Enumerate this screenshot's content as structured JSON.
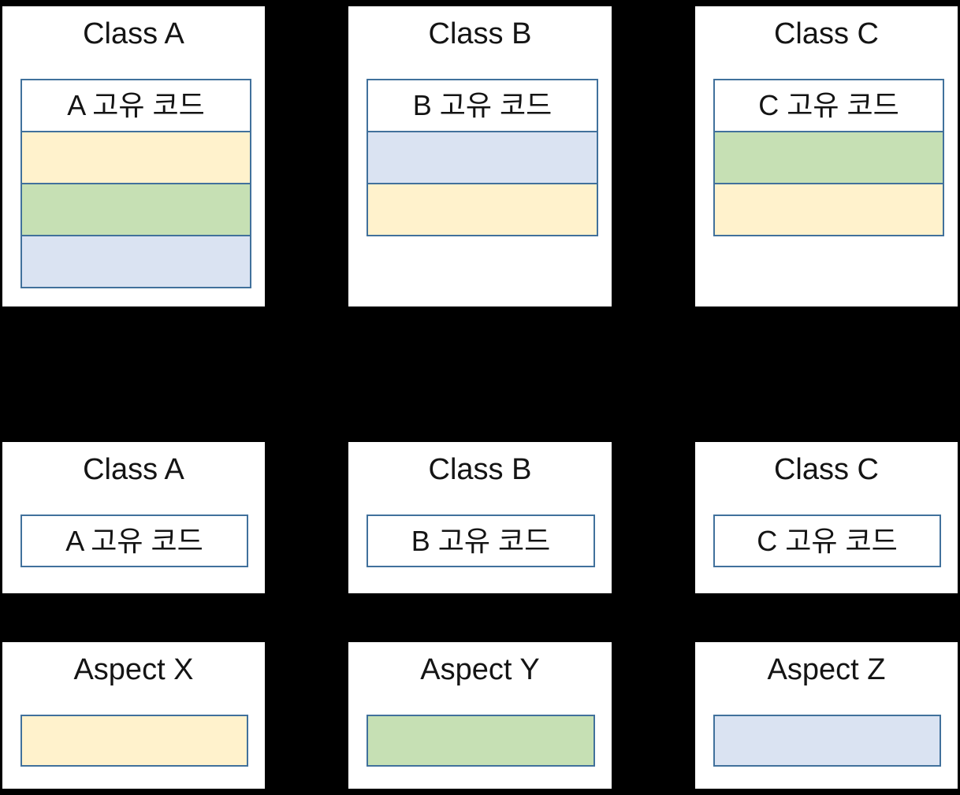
{
  "canvas": {
    "background": "#000000"
  },
  "colors": {
    "border": "#41719C",
    "yellow": "#FFF2CC",
    "green": "#C6E0B4",
    "blue": "#DAE3F2",
    "panel_bg": "#FFFFFF",
    "text": "#141414"
  },
  "panels": {
    "top": [
      {
        "title": "Class A",
        "code_label": "A 고유 코드",
        "cells": [
          "yellow",
          "green",
          "blue"
        ]
      },
      {
        "title": "Class B",
        "code_label": "B 고유 코드",
        "cells": [
          "blue",
          "yellow"
        ]
      },
      {
        "title": "Class C",
        "code_label": "C 고유 코드",
        "cells": [
          "green",
          "yellow"
        ]
      }
    ],
    "middle": [
      {
        "title": "Class A",
        "code_label": "A 고유 코드"
      },
      {
        "title": "Class B",
        "code_label": "B 고유 코드"
      },
      {
        "title": "Class C",
        "code_label": "C 고유 코드"
      }
    ],
    "bottom": [
      {
        "title": "Aspect X",
        "cell": "yellow"
      },
      {
        "title": "Aspect Y",
        "cell": "green"
      },
      {
        "title": "Aspect Z",
        "cell": "blue"
      }
    ]
  }
}
